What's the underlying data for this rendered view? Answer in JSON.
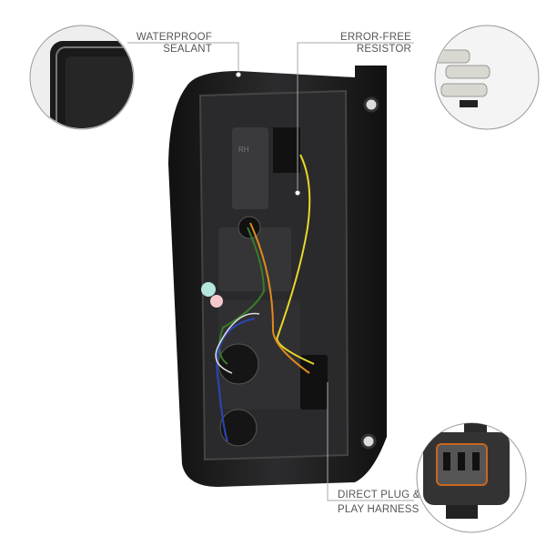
{
  "callouts": {
    "sealant": {
      "line1": "WATERPROOF",
      "line2": "SEALANT"
    },
    "resistor": {
      "line1": "ERROR-FREE",
      "line2": "RESISTOR"
    },
    "harness": {
      "line1": "DIRECT PLUG &",
      "line2": "PLAY HARNESS"
    }
  },
  "product_markings": {
    "side": "RH"
  },
  "colors": {
    "housing": "#1c1c1e",
    "callout_line": "#aaaaaa",
    "text": "#555555"
  }
}
